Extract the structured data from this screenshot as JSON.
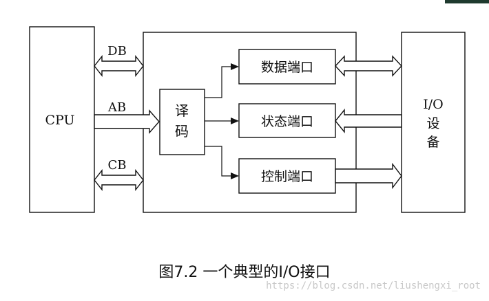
{
  "cpu": "CPU",
  "bus_db": "DB",
  "bus_ab": "AB",
  "bus_cb": "CB",
  "decoder": [
    "译",
    "码"
  ],
  "ports": {
    "data": "数据端口",
    "status": "状态端口",
    "control": "控制端口"
  },
  "io_device": [
    "I/O",
    "设",
    "备"
  ],
  "caption": "图7.2  一个典型的I/O接口",
  "watermark": "https://blog.csdn.net/liushengxi_root"
}
